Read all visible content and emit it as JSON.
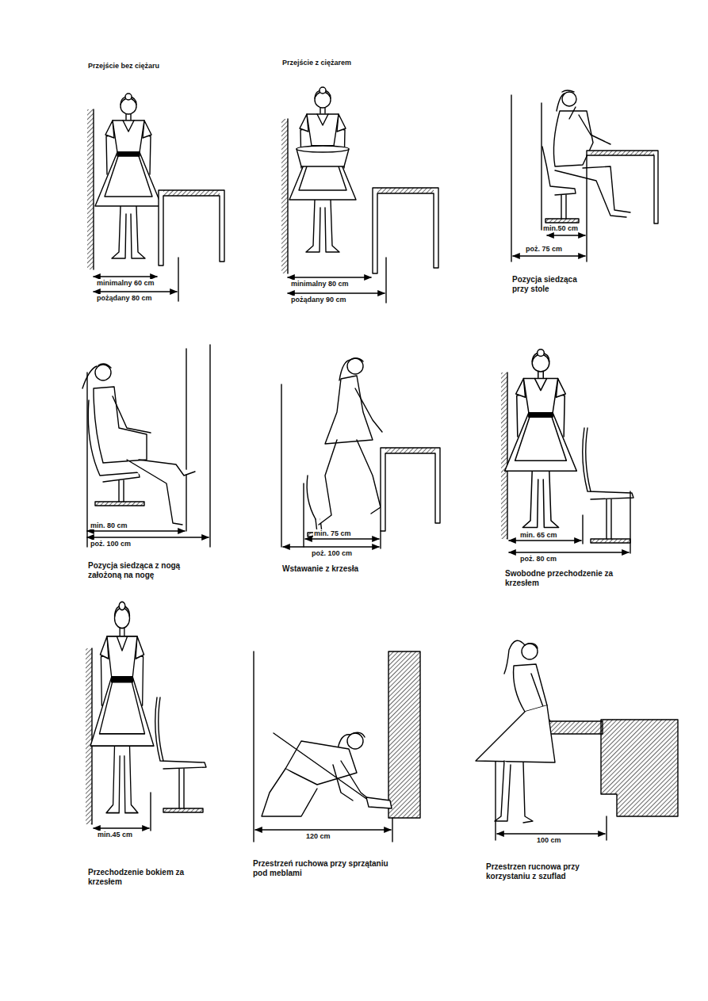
{
  "diagram": {
    "labels": [
      "Przejście bez ciężaru",
      "minimalny 60 cm",
      "pożądany 80 cm",
      "Przejście z ciężarem",
      "minimalny 80 cm",
      "pożądany 90 cm",
      "min.50 cm",
      "poż. 75 cm",
      "Pozycja siedząca przy stole",
      "min. 80 cm",
      "poż. 100 cm",
      "Pozycja siedząca z nogą założoną na nogę",
      "min. 75 cm",
      "poż. 100 cm",
      "Wstawanie z krzesła",
      "min. 65 cm",
      "poż. 80 cm",
      "Swobodne przechodzenie za krzesłem",
      "min.45 cm",
      "Przechodzenie bokiem za krzesłem",
      "120 cm",
      "Przestrzeń ruchowa przy sprzątaniu pod meblami",
      "100 cm",
      "Przestrzen rucnowa przy korzystaniu z szuflad"
    ]
  }
}
